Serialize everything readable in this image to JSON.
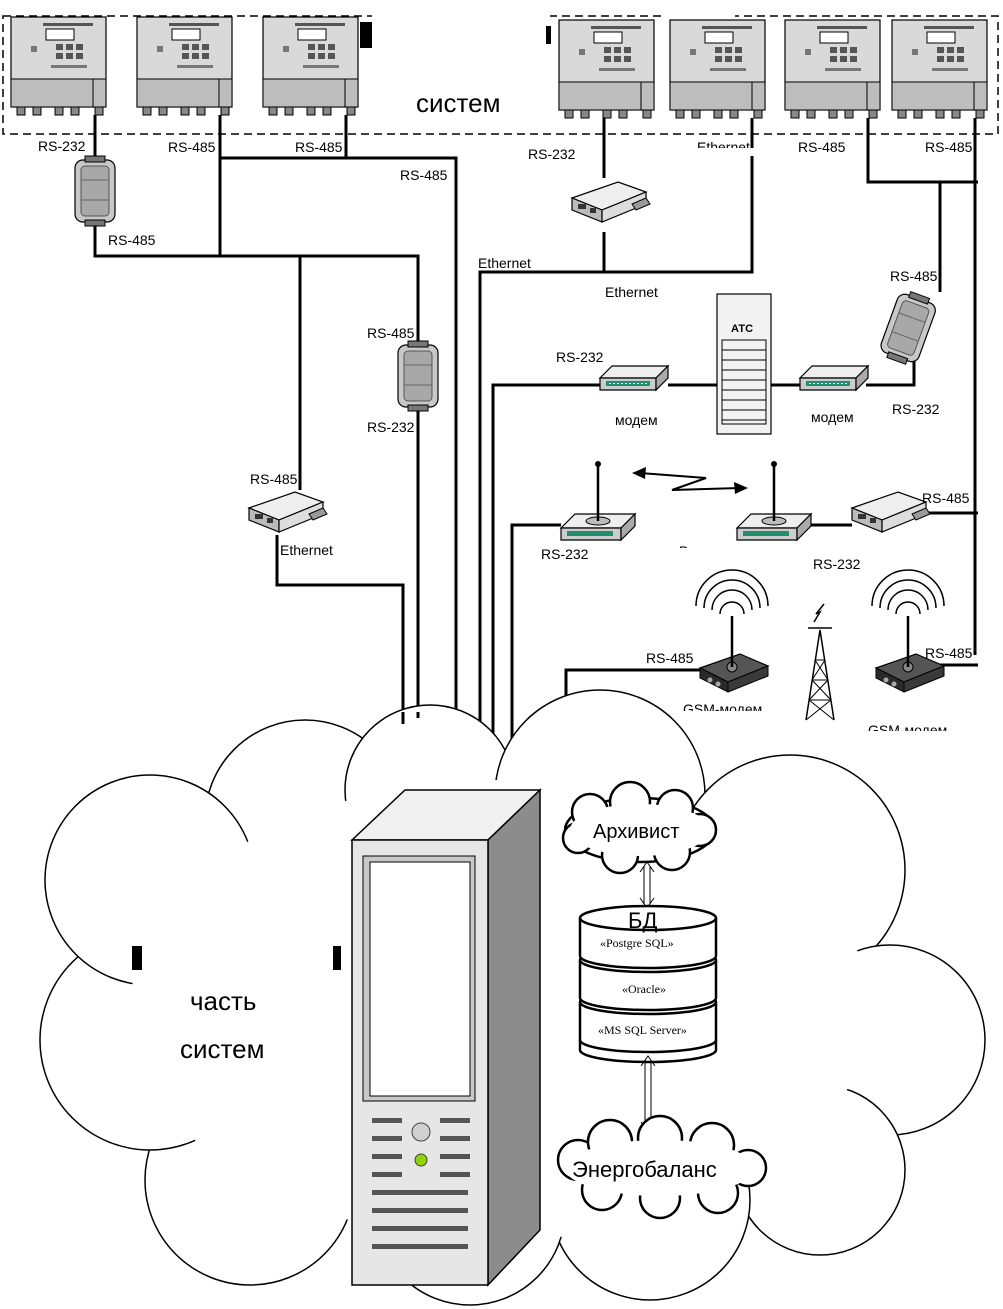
{
  "labels": {
    "rs232": "RS-232",
    "rs485": "RS-485",
    "ethernet": "Ethernet",
    "modem": "модем",
    "radiomodem": "Радиомодем",
    "gsm_modem": "GSM-модем",
    "atc": "АТС",
    "top_caption_line2": "систем",
    "cloud_caption_line2": "часть",
    "cloud_caption_line3": "систем"
  },
  "software": {
    "archivist": "Архивист",
    "db_title": "БД",
    "db_postgres": "«Postgre SQL»",
    "db_oracle": "«Oracle»",
    "db_mssql": "«MS SQL Server»",
    "energobalans": "Энергобаланс"
  },
  "colors": {
    "device_body": "#d9d9d9",
    "device_shade": "#9a9a9a",
    "server_body": "#e6e6e6",
    "server_side": "#8c8c8c",
    "led_green": "#8fd400",
    "line": "#000000"
  },
  "icons": {
    "meter": "heat-meter-icon",
    "converter": "interface-converter-icon",
    "ethernet_gateway": "ethernet-gateway-icon",
    "dialup_modem": "modem-icon",
    "radio_modem": "radio-modem-icon",
    "gsm_modem": "gsm-modem-icon",
    "cell_tower": "cell-tower-icon",
    "phone_exchange": "phone-exchange-icon",
    "server": "server-icon"
  }
}
